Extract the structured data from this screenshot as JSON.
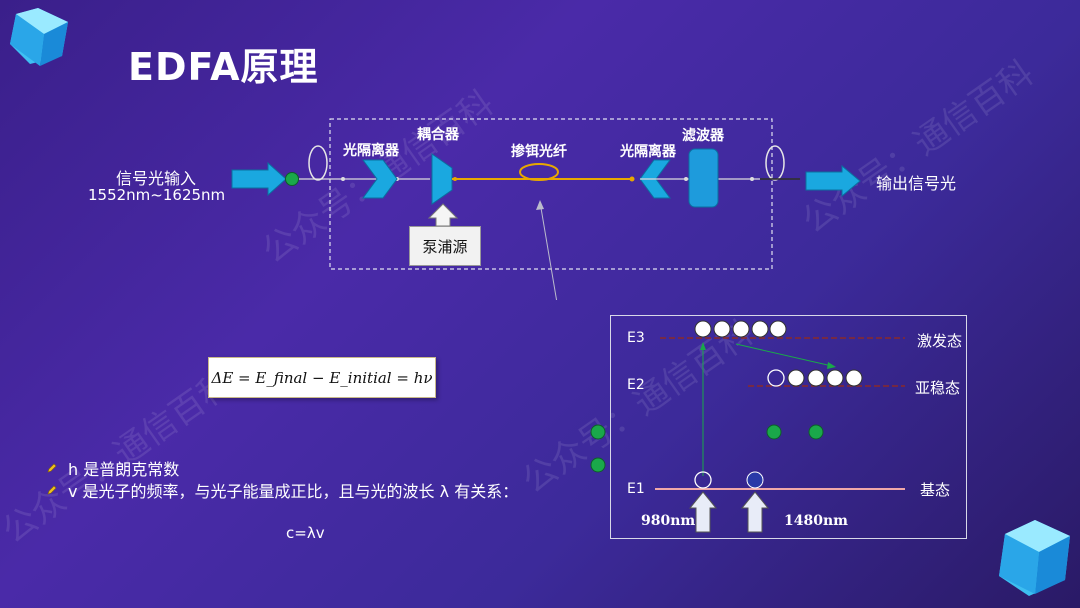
{
  "title": "EDFA原理",
  "watermark": "公众号：通信百科",
  "diagram": {
    "input_label_1": "信号光输入",
    "input_label_2": "1552nm~1625nm",
    "output_label": "输出信号光",
    "isolator_left": "光隔离器",
    "coupler": "耦合器",
    "doped_fiber": "掺铒光纤",
    "isolator_right": "光隔离器",
    "filter": "滤波器",
    "pump": "泵浦源"
  },
  "formula": "ΔE = E_final − E_initial = hν",
  "energy_levels": {
    "E3": "E3",
    "E2": "E2",
    "E1": "E1",
    "state3": "激发态",
    "state2": "亚稳态",
    "state1": "基态",
    "pump1": "980nm",
    "pump2": "1480nm"
  },
  "bullets": [
    "h 是普朗克常数",
    "v 是光子的频率，与光子能量成正比，且与光的波长 λ 有关系："
  ],
  "relation": "c=λv",
  "colors": {
    "fiber": "#e8a800",
    "arrow_blue": "#1aa8e0",
    "green_dot": "#1aa84a",
    "filter_blue": "#1e9bdc"
  }
}
